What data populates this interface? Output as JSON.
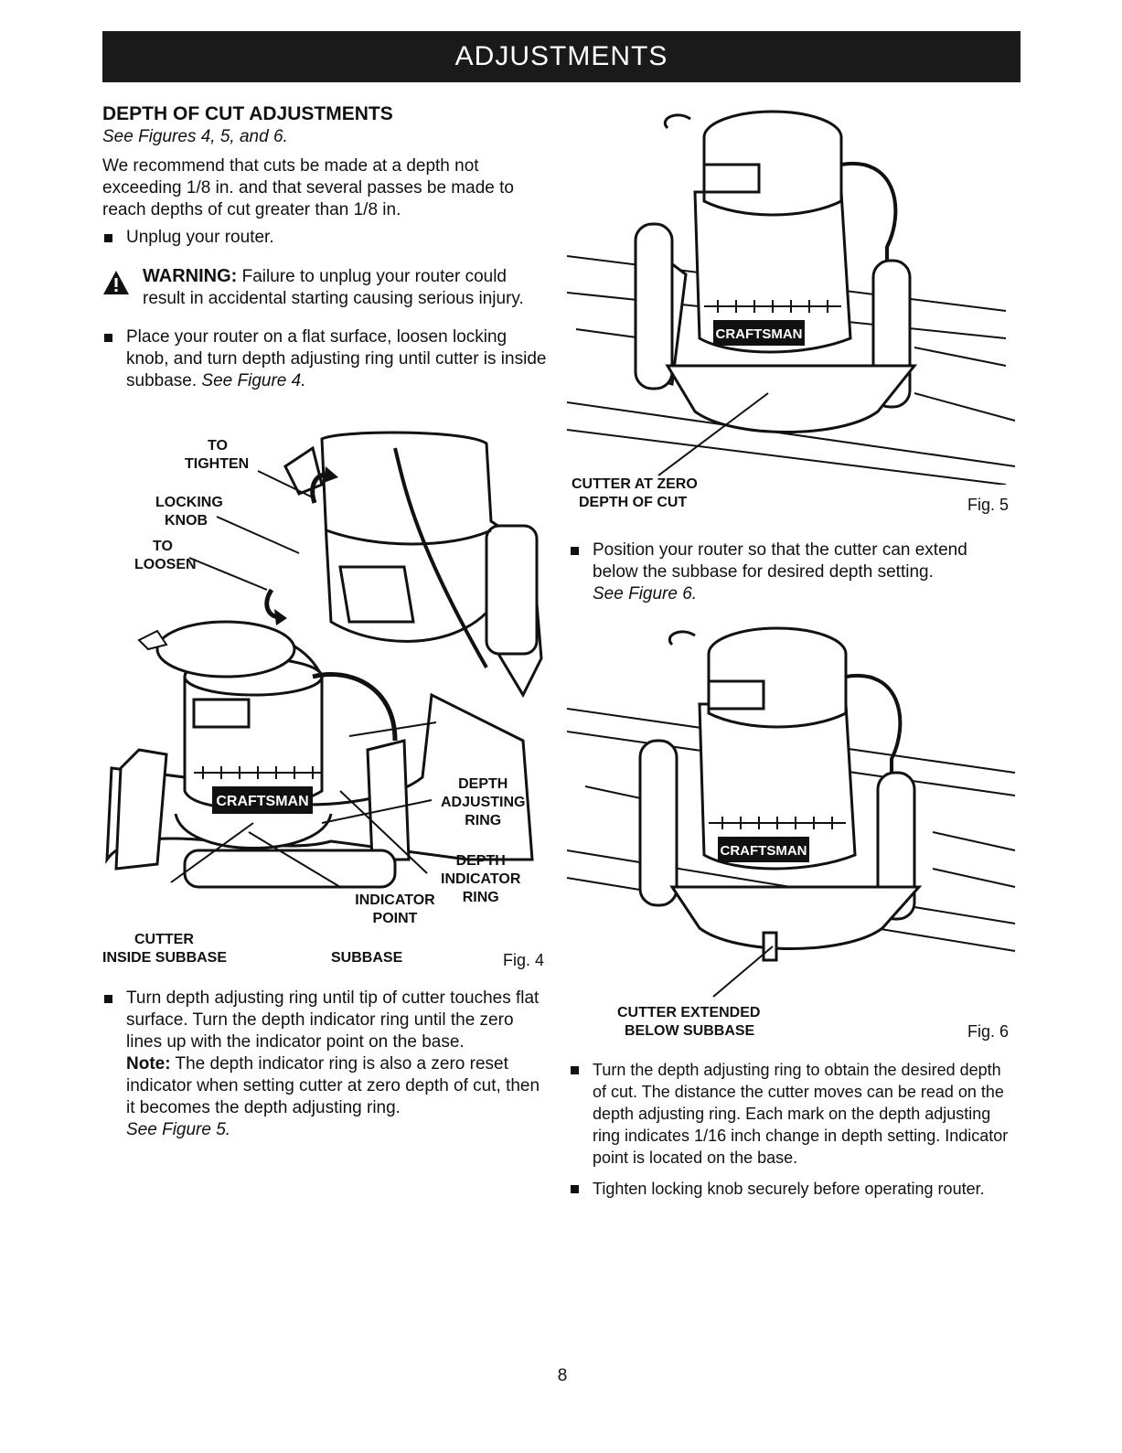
{
  "header": {
    "title": "ADJUSTMENTS"
  },
  "section": {
    "title": "DEPTH OF CUT ADJUSTMENTS",
    "see_figures": "See Figures 4, 5, and 6.",
    "intro": "We recommend that cuts be made at a depth not exceeding 1/8 in. and that several passes be made to reach depths of cut greater than 1/8 in.",
    "step_unplug": "Unplug your router.",
    "warning_label": "WARNING:",
    "warning_text": "Failure to unplug your router could result in accidental starting causing serious injury.",
    "step_place": "Place your router on a flat surface, loosen locking knob, and turn depth adjusting ring until cutter is inside subbase.",
    "step_place_ref": "See Figure 4.",
    "step_turn": "Turn depth adjusting ring until tip of cutter touches flat surface. Turn the depth indicator ring until the zero lines up with the indicator point on the base.",
    "note_label": "Note:",
    "note_text": "The depth indicator ring is also a zero reset indicator when setting cutter at zero depth of cut, then it becomes the depth adjusting ring.",
    "step_turn_ref": "See Figure 5.",
    "step_position": "Position your router so that the cutter can extend below the subbase for desired depth setting.",
    "step_position_ref": "See Figure 6.",
    "step_obtain": "Turn the depth adjusting ring to obtain the desired depth of cut. The distance the cutter moves can be read on the depth adjusting ring. Each mark on the depth adjusting ring indicates 1/16 inch change in depth setting. Indicator point is located on the base.",
    "step_tighten": "Tighten locking knob securely before operating router."
  },
  "fig4": {
    "number": "Fig. 4",
    "to_tighten": [
      "TO",
      "TIGHTEN"
    ],
    "locking_knob": [
      "LOCKING",
      "KNOB"
    ],
    "to_loosen": [
      "TO",
      "LOOSEN"
    ],
    "depth_adjusting_ring": [
      "DEPTH",
      "ADJUSTING",
      "RING"
    ],
    "depth_indicator_ring": [
      "DEPTH",
      "INDICATOR",
      "RING"
    ],
    "indicator_point": [
      "INDICATOR",
      "POINT"
    ],
    "cutter_inside_subbase": [
      "CUTTER",
      "INSIDE SUBBASE"
    ],
    "subbase": "SUBBASE",
    "brand": "CRAFTSMAN"
  },
  "fig5": {
    "number": "Fig. 5",
    "cutter_at_zero": [
      "CUTTER AT ZERO",
      "DEPTH OF CUT"
    ],
    "brand": "CRAFTSMAN"
  },
  "fig6": {
    "number": "Fig. 6",
    "cutter_extended": [
      "CUTTER EXTENDED",
      "BELOW SUBBASE"
    ],
    "brand": "CRAFTSMAN"
  },
  "page_number": "8"
}
